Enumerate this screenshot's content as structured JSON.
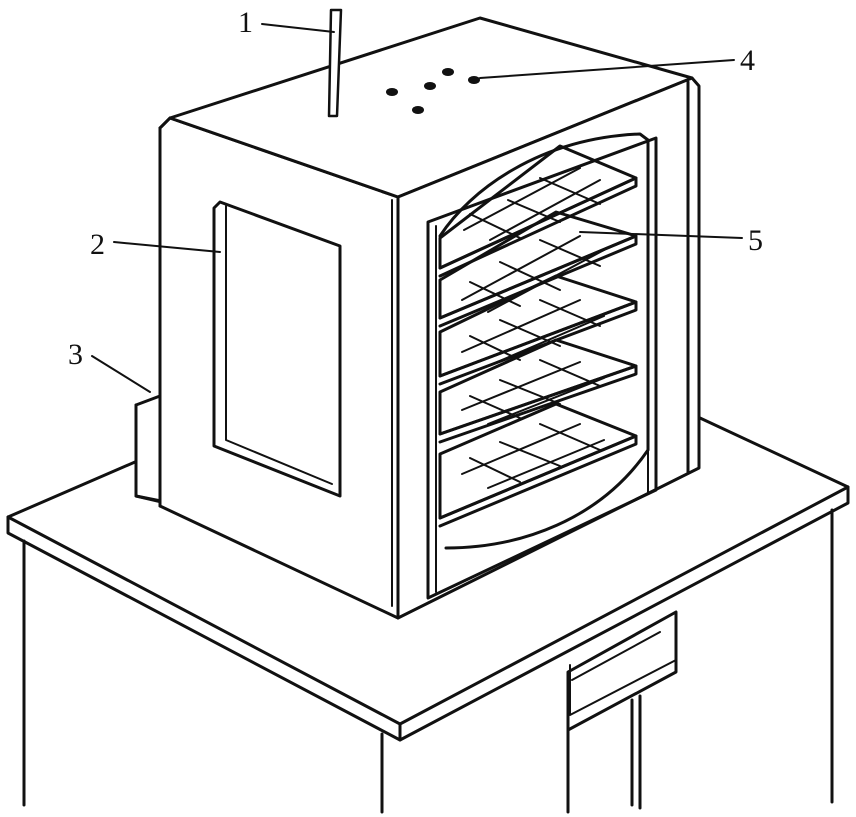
{
  "labels": {
    "l1": "1",
    "l2": "2",
    "l3": "3",
    "l4": "4",
    "l5": "5"
  },
  "colors": {
    "ink": "#111111",
    "paper": "#ffffff"
  }
}
